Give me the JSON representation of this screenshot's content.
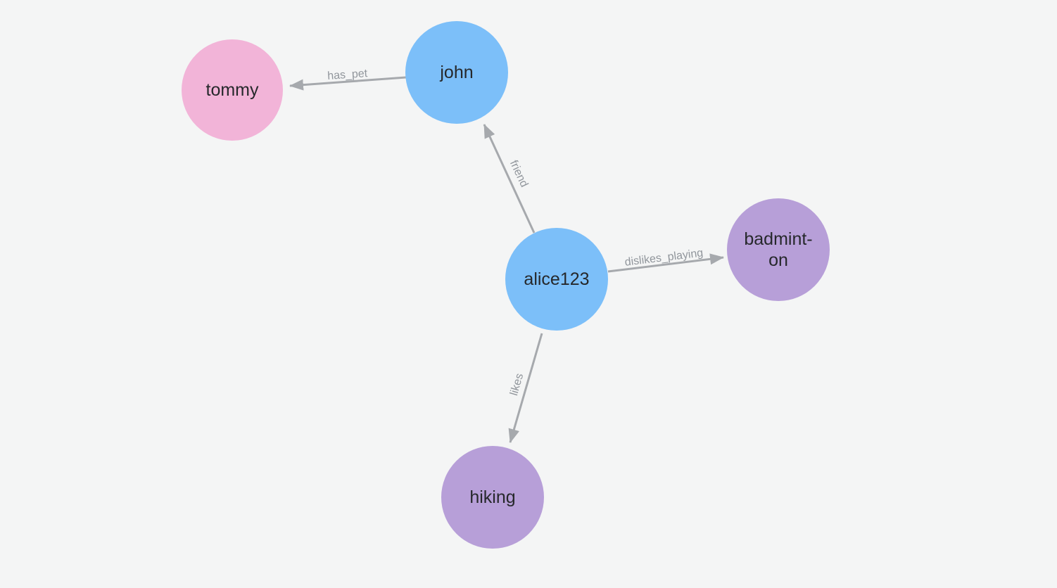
{
  "graph": {
    "nodes": [
      {
        "id": "tommy",
        "label": "tommy",
        "color": "#f2b4d8"
      },
      {
        "id": "john",
        "label": "john",
        "color": "#7cbff9"
      },
      {
        "id": "alice123",
        "label": "alice123",
        "color": "#7cbff9"
      },
      {
        "id": "badminton",
        "label": "badmint-\non",
        "color": "#b79fd8"
      },
      {
        "id": "hiking",
        "label": "hiking",
        "color": "#b79fd8"
      }
    ],
    "edges": [
      {
        "from": "john",
        "to": "tommy",
        "label": "has_pet"
      },
      {
        "from": "alice123",
        "to": "john",
        "label": "friend"
      },
      {
        "from": "alice123",
        "to": "badminton",
        "label": "dislikes_playing"
      },
      {
        "from": "alice123",
        "to": "hiking",
        "label": "likes"
      }
    ]
  },
  "colors": {
    "background": "#f4f5f5",
    "edge": "#a6a9ad",
    "edge_label": "#91969c",
    "node_text": "#26282b"
  }
}
